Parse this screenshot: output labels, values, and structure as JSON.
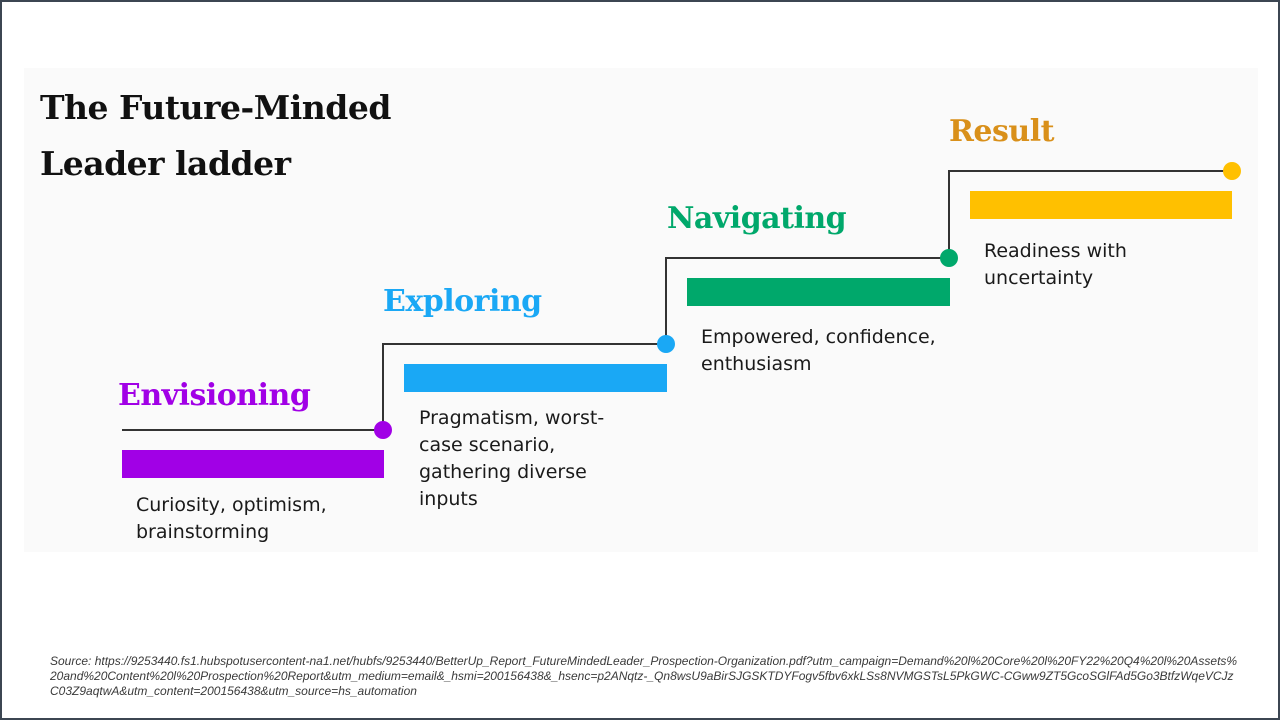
{
  "title": {
    "line1": "The Future-Minded",
    "line2": "Leader ladder"
  },
  "steps": [
    {
      "name": "Envisioning",
      "color": "#a100e6",
      "desc_lines": [
        "Curiosity, optimism,",
        "brainstorming"
      ]
    },
    {
      "name": "Exploring",
      "color": "#1aa8f5",
      "desc_lines": [
        "Pragmatism, worst-",
        "case scenario,",
        "gathering diverse",
        "inputs"
      ]
    },
    {
      "name": "Navigating",
      "color": "#00a86b",
      "desc_lines": [
        "Empowered, confidence,",
        "enthusiasm"
      ]
    },
    {
      "name": "Result",
      "color": "#ffc000",
      "name_color": "#d9901a",
      "desc_lines": [
        "Readiness with",
        "uncertainty"
      ]
    }
  ],
  "source": {
    "text": "Source: https://9253440.fs1.hubspotusercontent-na1.net/hubfs/9253440/BetterUp_Report_FutureMindedLeader_Prospection-Organization.pdf?utm_campaign=Demand%20l%20Core%20l%20FY22%20Q4%20l%20Assets%20and%20Content%20l%20Prospection%20Report&utm_medium=email&_hsmi=200156438&_hsenc=p2ANqtz-_Qn8wsU9aBirSJGSKTDYFogv5fbv6xkLSs8NVMGSTsL5PkGWC-CGww9ZT5GcoSGlFAd5Go3BtfzWqeVCJzC03Z9aqtwA&utm_content=200156438&utm_source=hs_automation"
  }
}
